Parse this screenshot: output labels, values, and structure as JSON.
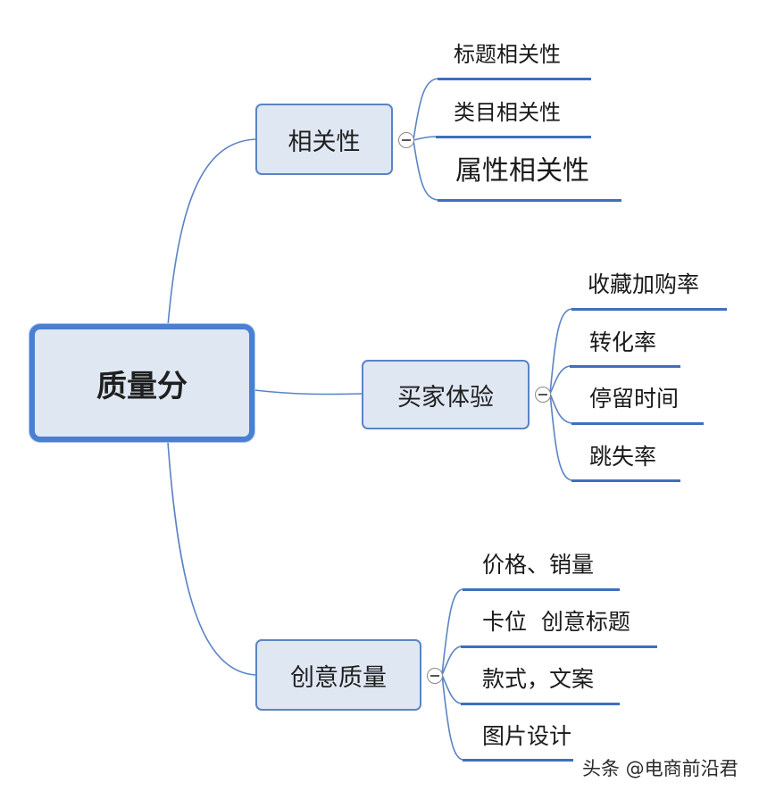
{
  "root": {
    "label": "质量分"
  },
  "branches": [
    {
      "label": "相关性",
      "children": [
        "标题相关性",
        "类目相关性",
        "属性相关性"
      ]
    },
    {
      "label": "买家体验",
      "children": [
        "收藏加购率",
        "转化率",
        "停留时间",
        "跳失率"
      ]
    },
    {
      "label": "创意质量",
      "children": [
        "价格、销量",
        "卡位  创意标题",
        "款式，文案",
        "图片设计"
      ]
    }
  ],
  "watermark": "头条 @电商前沿君",
  "colors": {
    "line": "#5b84c4",
    "underline": "#3f6fbe",
    "node_fill": "#dfe7f3",
    "root_border": "#4a7fd1"
  }
}
